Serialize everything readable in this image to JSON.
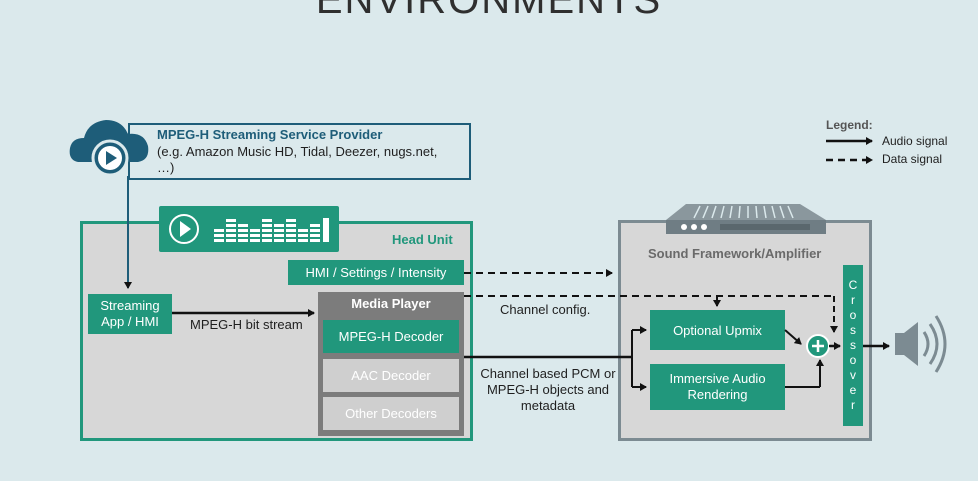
{
  "title": "ENVIRONMENTS",
  "provider": {
    "title": "MPEG-H Streaming Service Provider",
    "subtitle": "(e.g. Amazon Music HD, Tidal, Deezer, nugs.net, …)"
  },
  "head_unit": {
    "label": "Head Unit",
    "hmi": "HMI / Settings / Intensity",
    "streaming_app": "Streaming App / HMI",
    "media_player": {
      "label": "Media Player",
      "decoders": [
        "MPEG-H Decoder",
        "AAC Decoder",
        "Other Decoders"
      ]
    }
  },
  "sound_framework": {
    "label": "Sound Framework/Amplifier",
    "upmix": "Optional Upmix",
    "immersive": "Immersive Audio Rendering",
    "crossover": [
      "C",
      "r",
      "o",
      "s",
      "s",
      "o",
      "v",
      "e",
      "r"
    ]
  },
  "labels": {
    "bitstream": "MPEG-H bit stream",
    "channel_config": "Channel config.",
    "pcm": "Channel based PCM or MPEG-H objects and metadata"
  },
  "legend": {
    "title": "Legend:",
    "audio": "Audio signal",
    "data": "Data signal"
  },
  "colors": {
    "green": "#21977c",
    "navy": "#1e5d79",
    "gray": "#7c7c7c",
    "background": "#dbe9ec"
  }
}
